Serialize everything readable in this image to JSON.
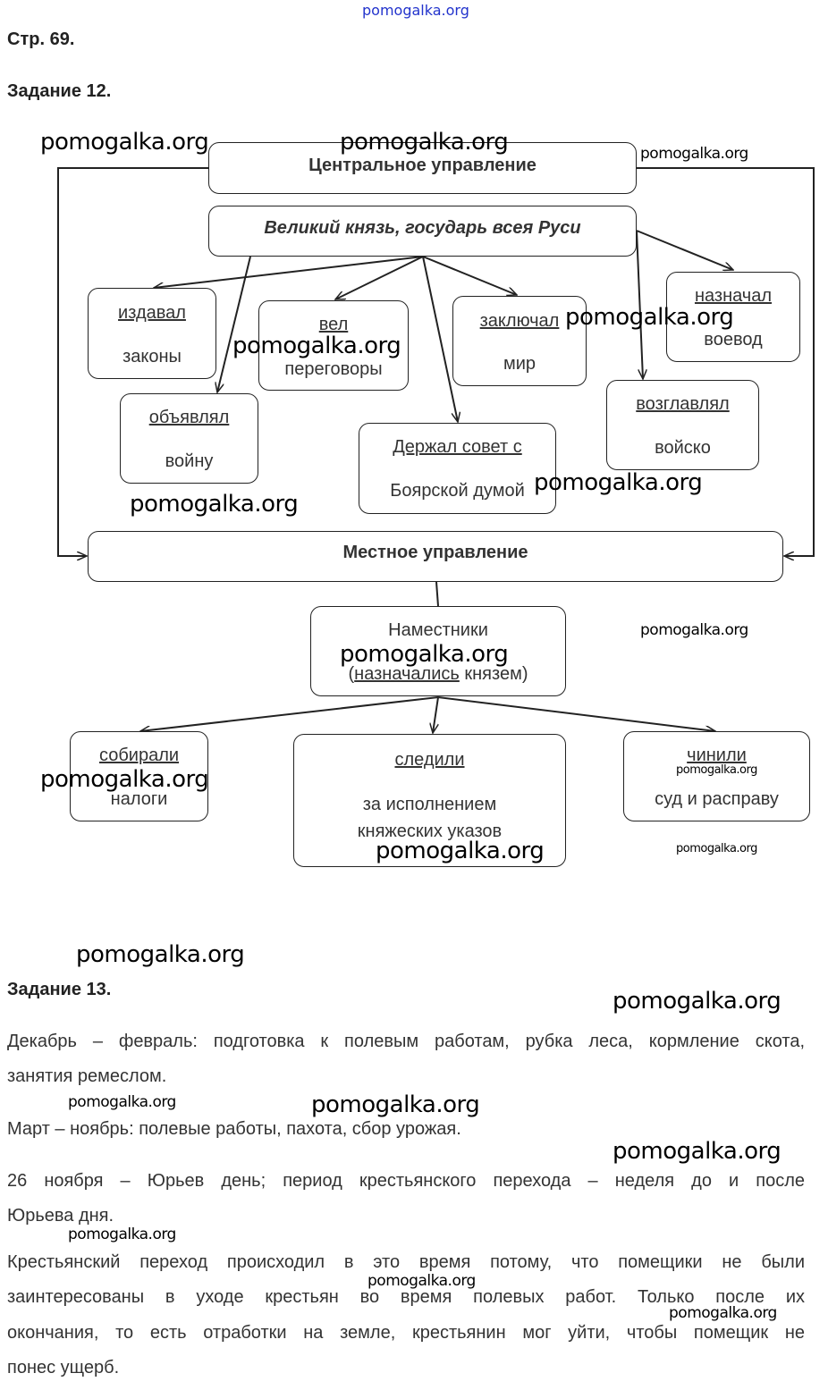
{
  "header": {
    "site_link": "pomogalka.org",
    "page_label": "Стр. 69."
  },
  "task12": {
    "title": "Задание 12.",
    "central": "Центральное управление",
    "prince": "Великий князь, государь всея Руси",
    "boxes": {
      "izdaval": [
        "издавал",
        "законы"
      ],
      "vel": [
        "вел",
        "переговоры"
      ],
      "zaklyuchal": [
        "заключал",
        "мир"
      ],
      "naznachal": [
        "назначал",
        "воевод"
      ],
      "obyavlyal": [
        "объявлял",
        "войну"
      ],
      "derzhal": [
        "Держал совет с",
        "Боярской думой"
      ],
      "vozglavlyal": [
        "возглавлял",
        "войско"
      ]
    },
    "local": "Местное управление",
    "namestniki": {
      "title": "Наместники",
      "open": "(",
      "underlined": "назначались",
      "rest": " князем)"
    },
    "sub": {
      "sobirali": [
        "собирали",
        "налоги"
      ],
      "sledili": [
        "следили",
        "за исполнением",
        "княжеских указов"
      ],
      "chinili": [
        "чинили",
        "суд и расправу"
      ]
    }
  },
  "task13": {
    "title": "Задание 13.",
    "lines": [
      "Декабрь – февраль: подготовка к полевым работам, рубка леса, кормление скота,",
      "занятия ремеслом.",
      "Март – ноябрь: полевые работы, пахота, сбор урожая.",
      "26 ноября – Юрьев день; период крестьянского перехода – неделя до и после",
      "Юрьева дня.",
      "Крестьянский переход происходил в это время потому, что помещики не были",
      "заинтересованы в уходе крестьян во время полевых работ. Только после их",
      "окончания, то есть отработки на земле, крестьянин мог уйти, чтобы помещик не",
      "понес ущерб."
    ]
  },
  "watermark": "pomogalka.org"
}
